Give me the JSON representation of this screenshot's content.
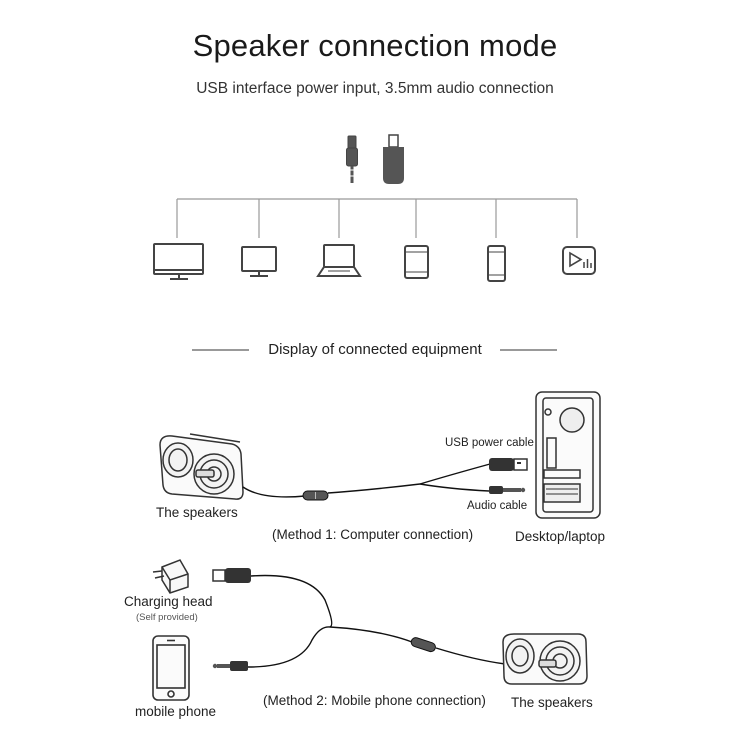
{
  "title": "Speaker connection mode",
  "subtitle": "USB interface power input, 3.5mm audio connection",
  "section_heading": "Display of connected equipment",
  "input_icons": [
    "audio-jack-icon",
    "usb-plug-icon"
  ],
  "device_icons": [
    "tv-icon",
    "monitor-icon",
    "laptop-icon",
    "tablet-icon",
    "phone-icon",
    "media-player-icon"
  ],
  "method1": {
    "caption": "(Method 1: Computer connection)",
    "speakers_label": "The speakers",
    "usb_label": "USB power cable",
    "audio_label": "Audio cable",
    "computer_label": "Desktop/laptop"
  },
  "method2": {
    "caption": "(Method 2: Mobile phone connection)",
    "charger_label": "Charging head",
    "charger_note": "(Self provided)",
    "phone_label": "mobile phone",
    "speakers_label": "The speakers"
  },
  "colors": {
    "line": "#888888",
    "icon": "#444444",
    "cable": "#111111"
  }
}
